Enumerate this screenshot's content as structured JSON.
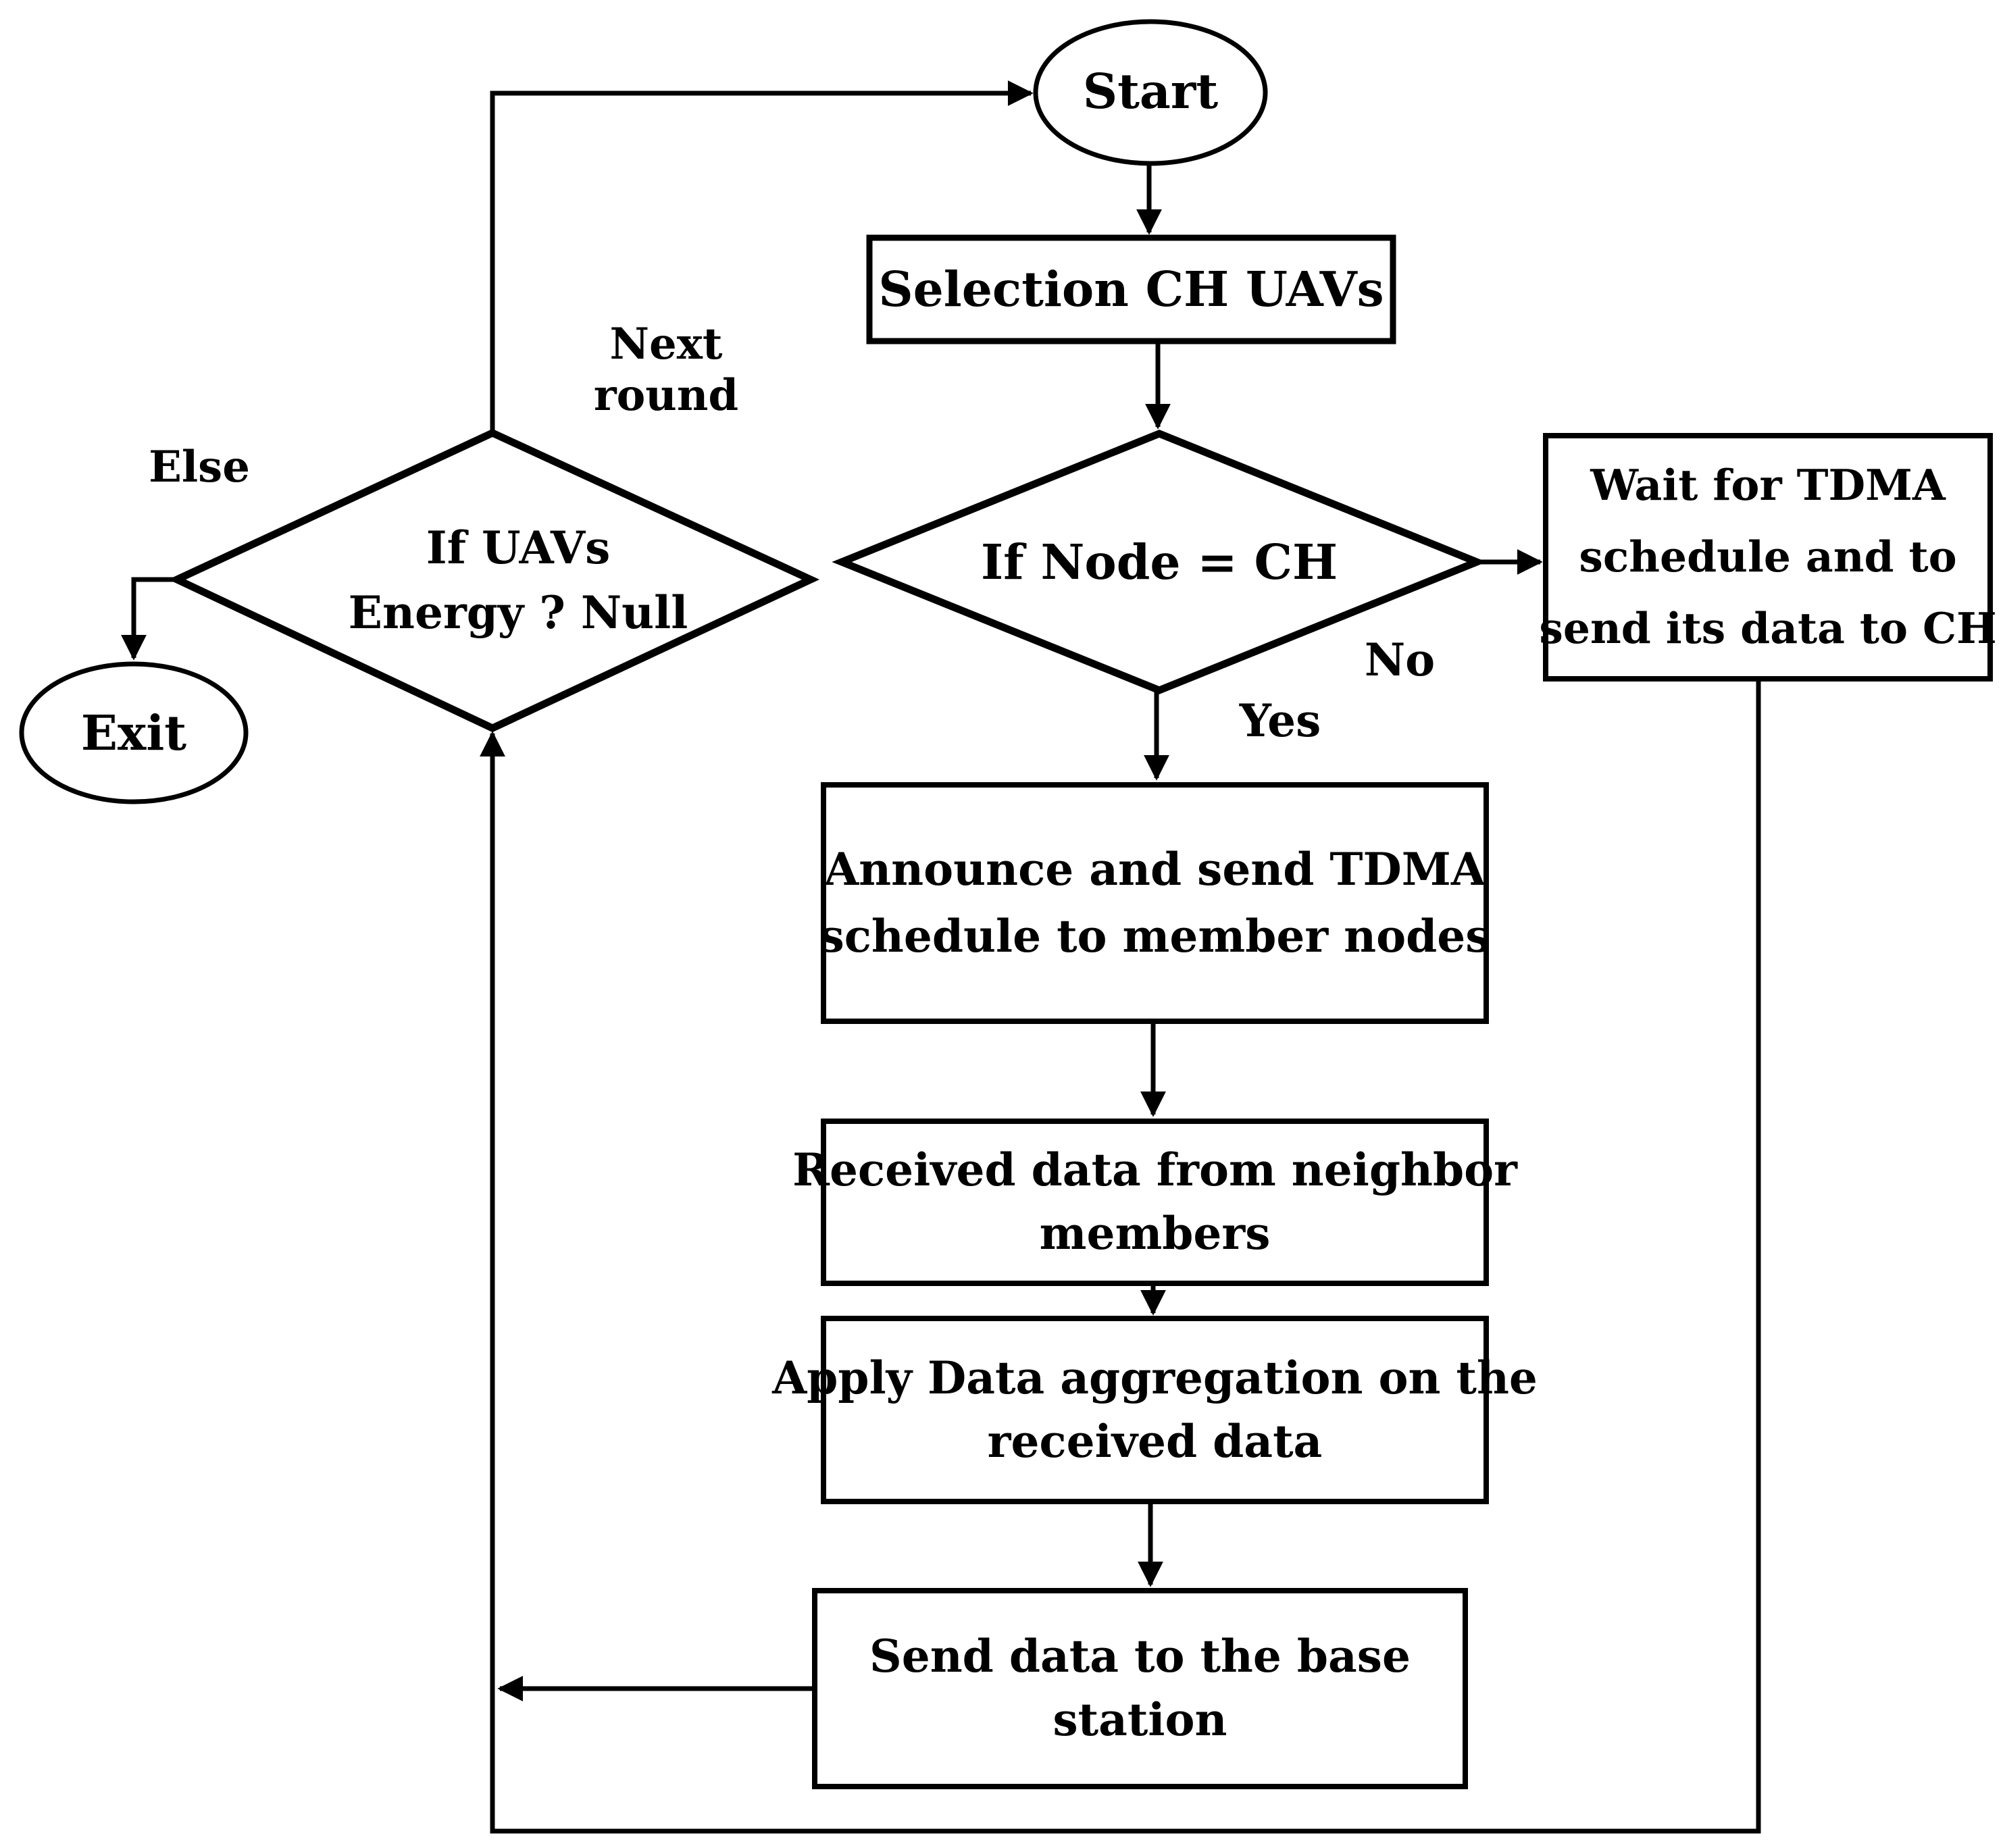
{
  "colors": {
    "ink": "#000000",
    "paper": "#ffffff"
  },
  "nodes": {
    "start": {
      "label": "Start"
    },
    "selection": {
      "label": "Selection CH UAVs"
    },
    "node_check": {
      "label": "If Node = CH"
    },
    "wait": {
      "lines": [
        "Wait for TDMA",
        "schedule and to",
        "send its data to CH"
      ]
    },
    "announce": {
      "lines": [
        "Announce and send TDMA",
        "schedule to member nodes"
      ]
    },
    "received": {
      "lines": [
        "Received data from neighbor",
        "members"
      ]
    },
    "apply": {
      "lines": [
        "Apply Data aggregation on the",
        "received data"
      ]
    },
    "send": {
      "lines": [
        "Send data to the base",
        "station"
      ]
    },
    "energy_check": {
      "lines": [
        "If UAVs",
        "Energy ? Null"
      ]
    },
    "exit": {
      "label": "Exit"
    }
  },
  "edge_labels": {
    "yes": "Yes",
    "no": "No",
    "else": "Else",
    "next_round_lines": [
      "Next",
      "round"
    ]
  }
}
